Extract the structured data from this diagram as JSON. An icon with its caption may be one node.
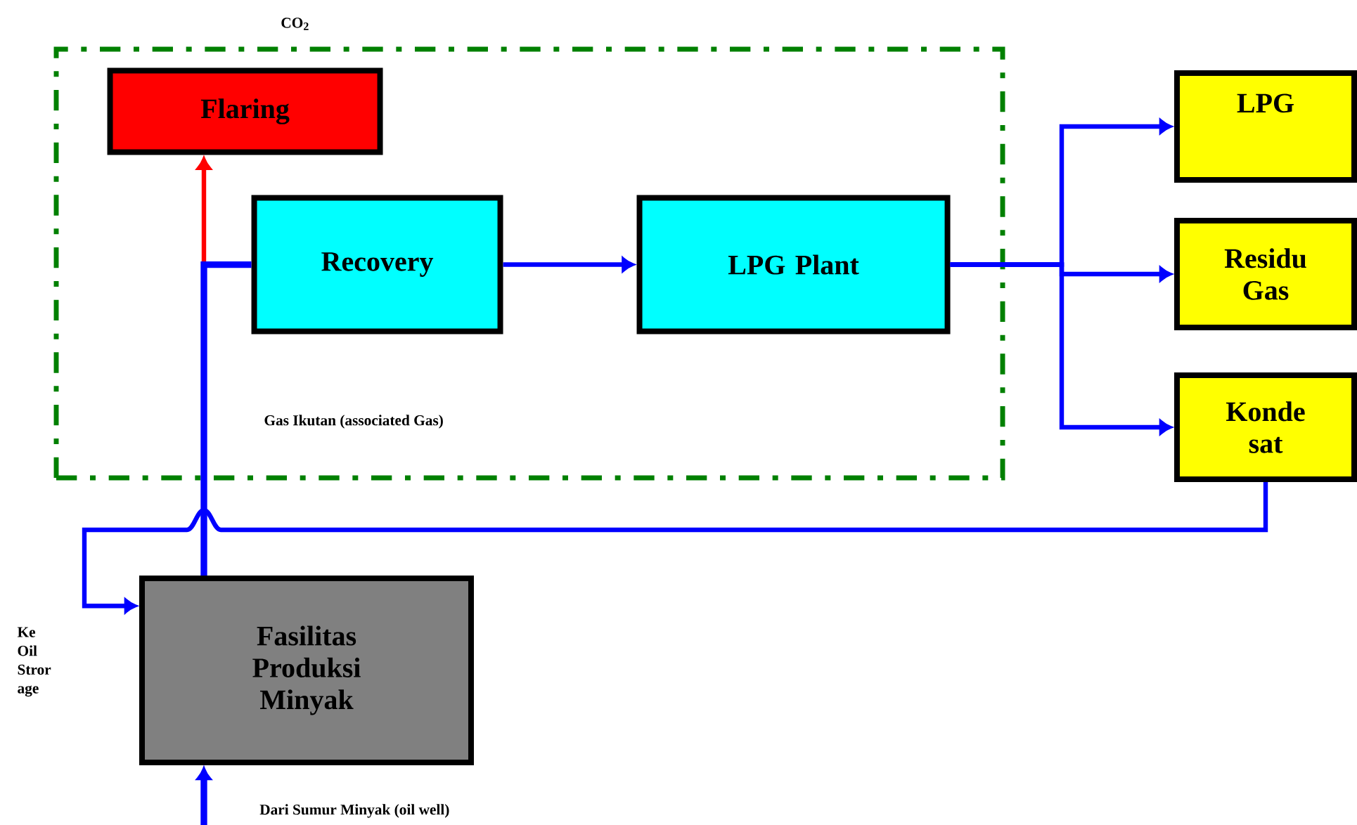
{
  "diagram": {
    "nodes": [
      {
        "text": [
          "Gas Ikutan (associated Gas)"
        ]
      },
      {
        "text": [
          "Flaring"
        ],
        "in": 0
      },
      {
        "text": [
          "Recovery"
        ],
        "in": 0
      },
      {
        "text": [
          "LPG Plant"
        ],
        "in": 0
      },
      {
        "text": [
          "LPG"
        ]
      },
      {
        "text": [
          "Residu Gas"
        ]
      },
      {
        "text": [
          "Konde sat"
        ]
      },
      {
        "text": [
          "Fasilitas Produksi Minyak"
        ]
      }
    ],
    "edges": [
      {
        "from": 7,
        "to": 1,
        "arrow": "to",
        "color": "#ff0000"
      },
      {
        "from": 7,
        "to": 2,
        "arrow": "none"
      },
      {
        "from": 2,
        "to": 3,
        "arrow": "to"
      },
      {
        "from": 3,
        "to": 4,
        "arrow": "to"
      },
      {
        "from": 3,
        "to": 5,
        "arrow": "to"
      },
      {
        "from": 3,
        "to": 6,
        "arrow": "to"
      },
      {
        "from": 6,
        "to": 7,
        "arrow": "to"
      },
      {
        "from": null,
        "to": 7,
        "arrow": "to",
        "label": "Dari Sumur Minyak (oil well)"
      }
    ],
    "labels": [
      "CO$_{2}$",
      "Ke Oil Stror age"
    ]
  }
}
